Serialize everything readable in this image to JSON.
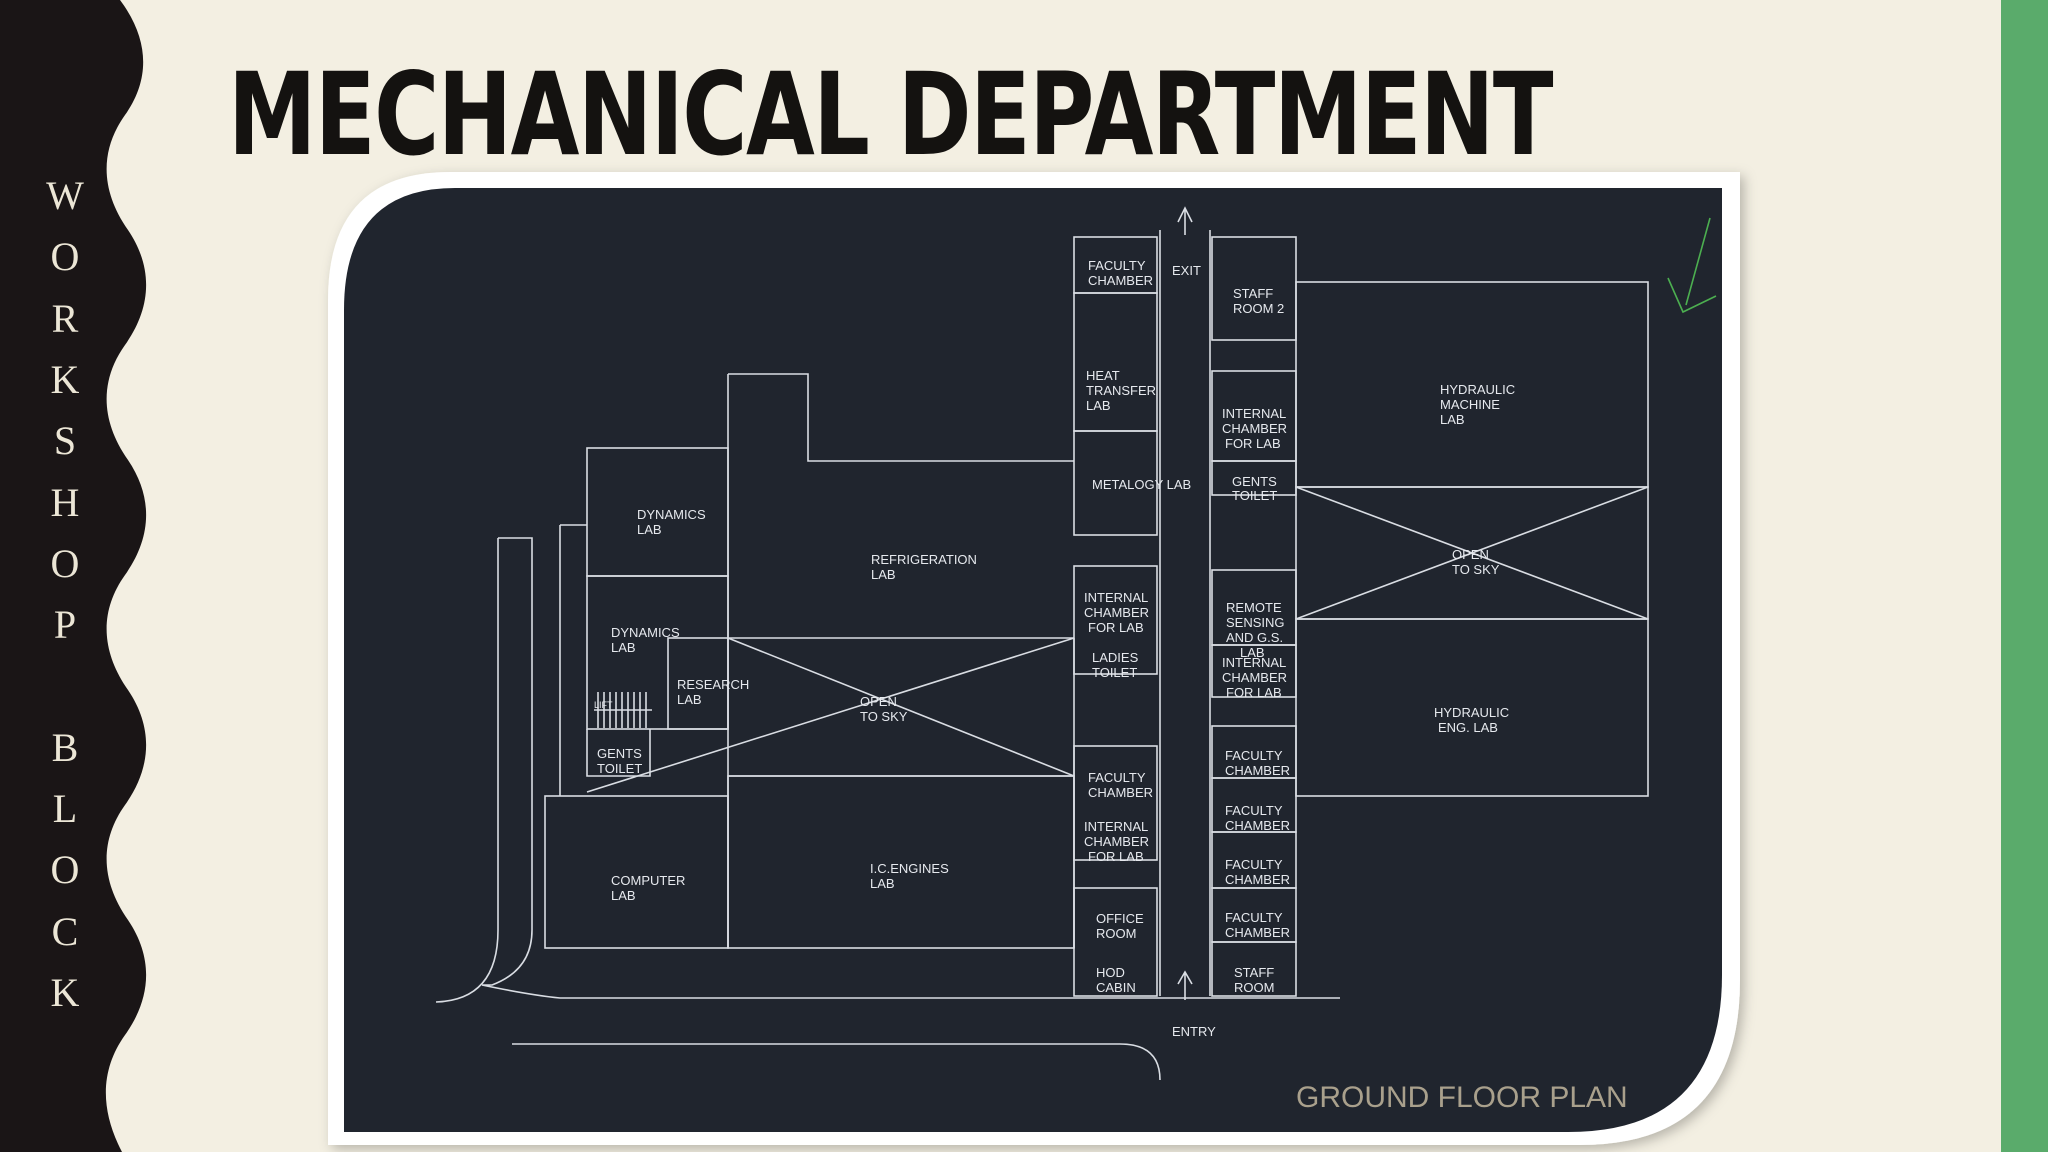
{
  "sidebar": {
    "label_letters": [
      "W",
      "O",
      "R",
      "K",
      "S",
      "H",
      "O",
      "P",
      "",
      "B",
      "L",
      "O",
      "C",
      "K"
    ]
  },
  "title": "MECHANICAL DEPARTMENT",
  "plan": {
    "caption": "GROUND FLOOR PLAN",
    "rooms": {
      "faculty_chamber_top": [
        "FACULTY",
        "CHAMBER"
      ],
      "exit": "EXIT",
      "staff_room_2": [
        "STAFF",
        "ROOM 2"
      ],
      "heat_transfer_lab": [
        "HEAT",
        "TRANSFER",
        "LAB"
      ],
      "internal_chamber_1": [
        "INTERNAL",
        "CHAMBER",
        "FOR LAB"
      ],
      "hydraulic_machine_lab": [
        "HYDRAULIC",
        "MACHINE",
        "LAB"
      ],
      "metalogy_lab": "METALOGY LAB",
      "gents_toilet_1": [
        "GENTS",
        "TOILET"
      ],
      "dynamics_lab_1": [
        "DYNAMICS",
        "LAB"
      ],
      "refrigeration_lab": [
        "REFRIGERATION",
        "LAB"
      ],
      "open_to_sky_right": [
        "OPEN",
        "TO SKY"
      ],
      "internal_chamber_2": [
        "INTERNAL",
        "CHAMBER",
        "FOR LAB"
      ],
      "remote_sensing_lab": [
        "REMOTE",
        "SENSING",
        "AND G.S.",
        "LAB"
      ],
      "dynamics_lab_2": [
        "DYNAMICS",
        "LAB"
      ],
      "research_lab": [
        "RESEARCH",
        "LAB"
      ],
      "ladies_toilet": [
        "LADIES",
        "TOILET"
      ],
      "internal_chamber_3": [
        "INTERNAL",
        "CHAMBER",
        "FOR LAB"
      ],
      "open_to_sky_left": [
        "OPEN",
        "TO SKY"
      ],
      "hydraulic_eng_lab": [
        "HYDRAULIC",
        "ENG. LAB"
      ],
      "lift": "LIFT",
      "gents_toilet_2": [
        "GENTS",
        "TOILET"
      ],
      "faculty_chamber_2": [
        "FACULTY",
        "CHAMBER"
      ],
      "faculty_chamber_r1": [
        "FACULTY",
        "CHAMBER"
      ],
      "internal_chamber_4": [
        "INTERNAL",
        "CHAMBER",
        "FOR LAB"
      ],
      "faculty_chamber_r2": [
        "FACULTY",
        "CHAMBER"
      ],
      "computer_lab": [
        "COMPUTER",
        "LAB"
      ],
      "ic_engines_lab": [
        "I.C.ENGINES",
        "LAB"
      ],
      "faculty_chamber_r3": [
        "FACULTY",
        "CHAMBER"
      ],
      "office_room": [
        "OFFICE",
        "ROOM"
      ],
      "faculty_chamber_r4": [
        "FACULTY",
        "CHAMBER"
      ],
      "hod_cabin": [
        "HOD",
        "CABIN"
      ],
      "staff_room": [
        "STAFF",
        "ROOM"
      ],
      "entry": "ENTRY"
    }
  },
  "colors": {
    "background": "#f3efe2",
    "sidebar": "#1a1516",
    "plan_background": "#20252e",
    "accent_green": "#5aab6b"
  }
}
